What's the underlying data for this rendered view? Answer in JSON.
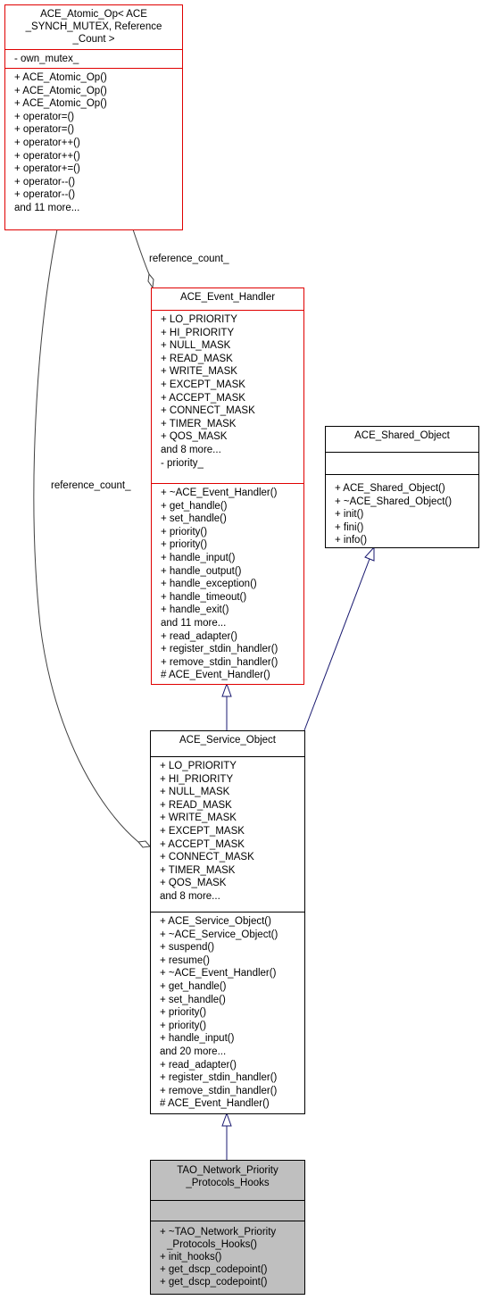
{
  "atomic_op": {
    "title": [
      "ACE_Atomic_Op< ACE",
      "_SYNCH_MUTEX, Reference",
      "_Count >"
    ],
    "attributes": [
      "- own_mutex_"
    ],
    "methods": [
      "+ ACE_Atomic_Op()",
      "+ ACE_Atomic_Op()",
      "+ ACE_Atomic_Op()",
      "+ operator=()",
      "+ operator=()",
      "+ operator++()",
      "+ operator++()",
      "+ operator+=()",
      "+ operator--()",
      "+ operator--()",
      "and 11 more..."
    ]
  },
  "event_handler": {
    "title": [
      "ACE_Event_Handler"
    ],
    "attributes": [
      "+ LO_PRIORITY",
      "+ HI_PRIORITY",
      "+ NULL_MASK",
      "+ READ_MASK",
      "+ WRITE_MASK",
      "+ EXCEPT_MASK",
      "+ ACCEPT_MASK",
      "+ CONNECT_MASK",
      "+ TIMER_MASK",
      "+ QOS_MASK",
      "and 8 more...",
      "- priority_"
    ],
    "methods": [
      "+ ~ACE_Event_Handler()",
      "+ get_handle()",
      "+ set_handle()",
      "+ priority()",
      "+ priority()",
      "+ handle_input()",
      "+ handle_output()",
      "+ handle_exception()",
      "+ handle_timeout()",
      "+ handle_exit()",
      "and 11 more...",
      "+ read_adapter()",
      "+ register_stdin_handler()",
      "+ remove_stdin_handler()",
      "# ACE_Event_Handler()"
    ]
  },
  "shared_object": {
    "title": [
      "ACE_Shared_Object"
    ],
    "attributes": [],
    "methods": [
      "+ ACE_Shared_Object()",
      "+ ~ACE_Shared_Object()",
      "+ init()",
      "+ fini()",
      "+ info()"
    ]
  },
  "service_object": {
    "title": [
      "ACE_Service_Object"
    ],
    "attributes": [
      "+ LO_PRIORITY",
      "+ HI_PRIORITY",
      "+ NULL_MASK",
      "+ READ_MASK",
      "+ WRITE_MASK",
      "+ EXCEPT_MASK",
      "+ ACCEPT_MASK",
      "+ CONNECT_MASK",
      "+ TIMER_MASK",
      "+ QOS_MASK",
      "and 8 more..."
    ],
    "methods": [
      "+ ACE_Service_Object()",
      "+ ~ACE_Service_Object()",
      "+ suspend()",
      "+ resume()",
      "+ ~ACE_Event_Handler()",
      "+ get_handle()",
      "+ set_handle()",
      "+ priority()",
      "+ priority()",
      "+ handle_input()",
      "and 20 more...",
      "+ read_adapter()",
      "+ register_stdin_handler()",
      "+ remove_stdin_handler()",
      "# ACE_Event_Handler()"
    ]
  },
  "hooks": {
    "title": [
      "TAO_Network_Priority",
      "_Protocols_Hooks"
    ],
    "attributes": [],
    "methods": [
      "+ ~TAO_Network_Priority",
      "_Protocols_Hooks()",
      "+ init_hooks()",
      "+ get_dscp_codepoint()",
      "+ get_dscp_codepoint()"
    ]
  },
  "edge_labels": {
    "top": "reference_count_",
    "left": "reference_count_"
  },
  "colors": {
    "box_border_highlight": "#e00000",
    "inheritance_edge": "#191970",
    "association_edge": "#404040",
    "focus_fill": "#bfbfbf"
  }
}
